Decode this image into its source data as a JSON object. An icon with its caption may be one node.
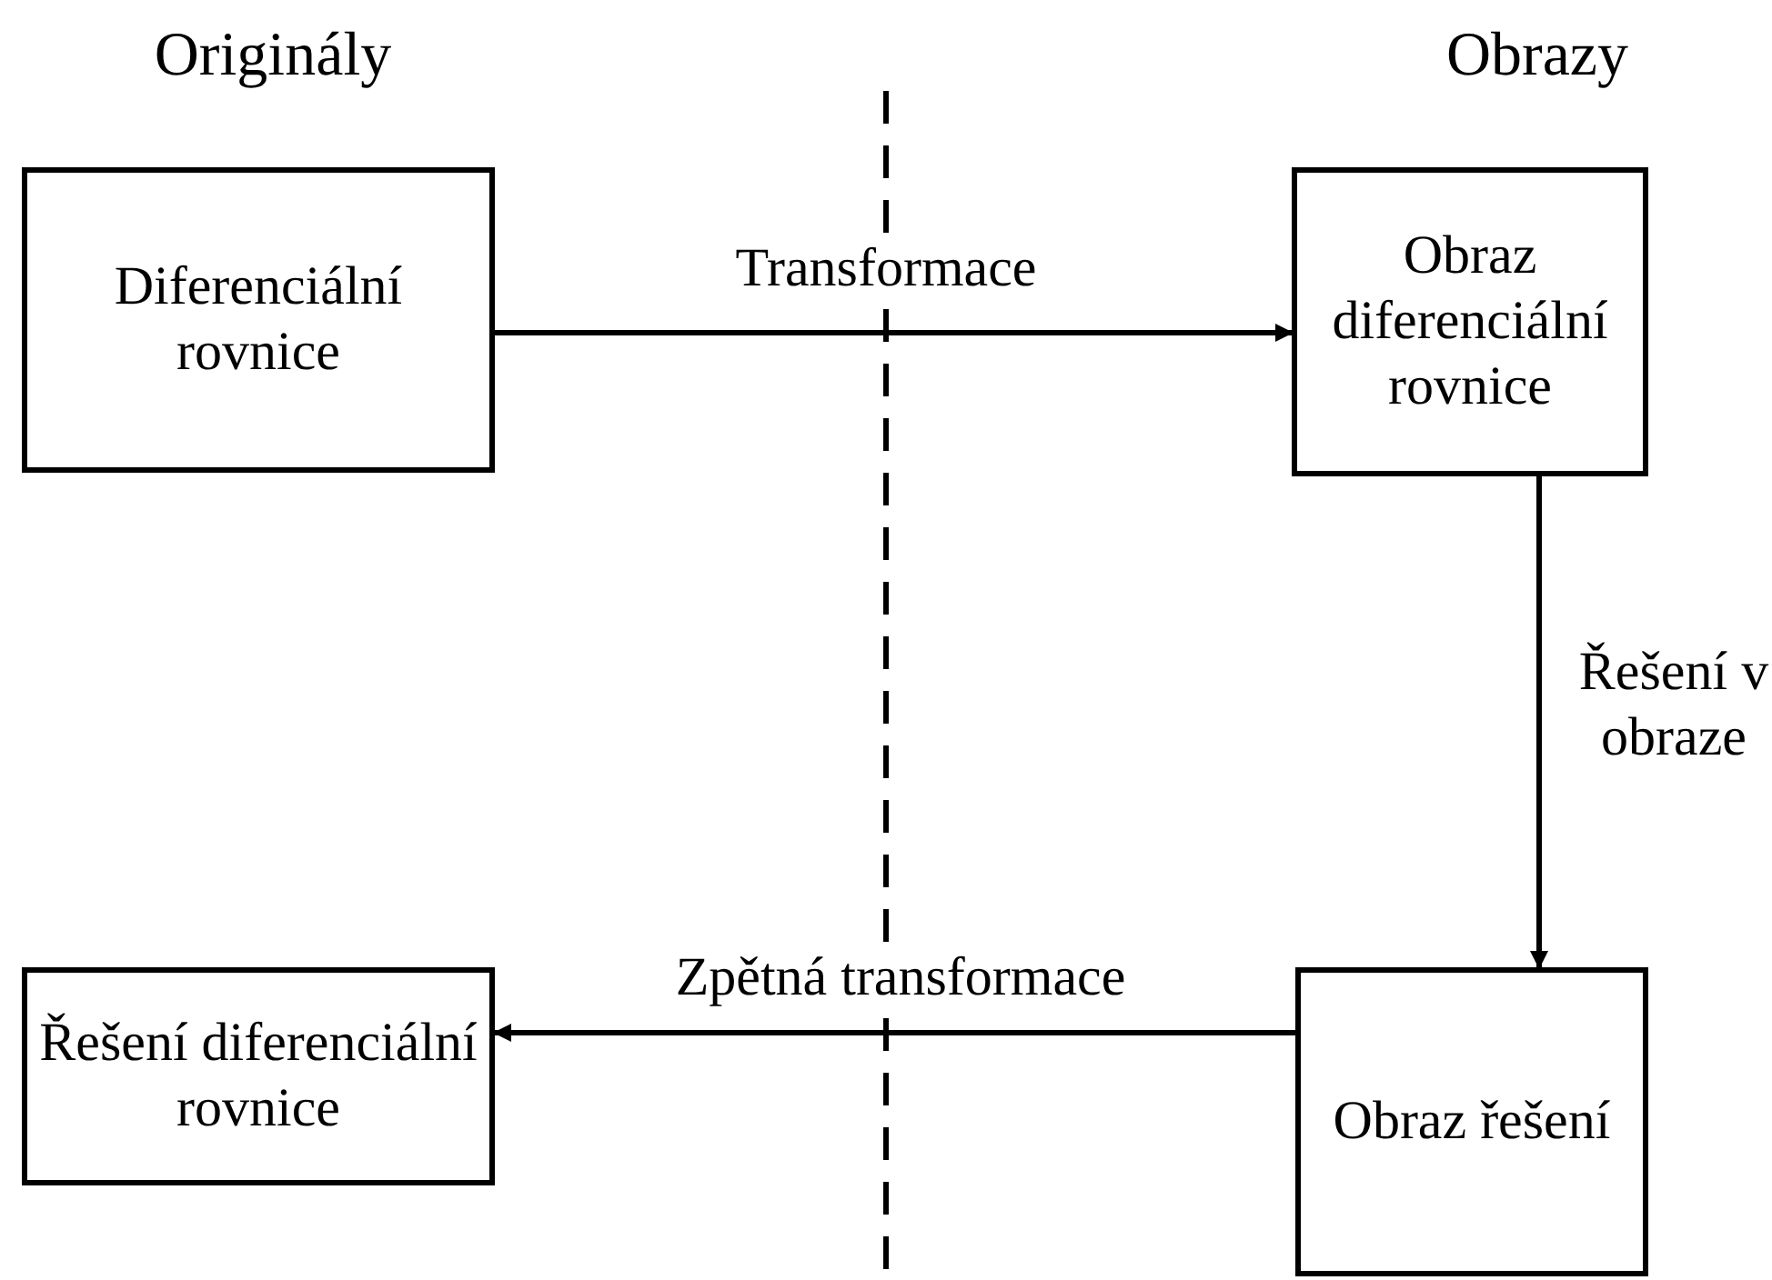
{
  "diagram": {
    "nodes": [
      {
        "text": [
          "Diferenciální rovnice"
        ]
      },
      {
        "text": [
          "Obraz diferenciální rovnice"
        ]
      },
      {
        "text": [
          "Obraz řešení"
        ]
      },
      {
        "text": [
          "Řešení diferenciální rovnice"
        ]
      }
    ],
    "edges": [
      {
        "from": 0,
        "to": 1,
        "arrow": "to",
        "label": "Transformace"
      },
      {
        "from": 1,
        "to": 2,
        "arrow": "to",
        "label": "Řešení v obraze"
      },
      {
        "from": 2,
        "to": 3,
        "arrow": "to",
        "label": "Zpětná transformace"
      }
    ],
    "labels": [
      "Originály",
      "Obrazy"
    ]
  }
}
